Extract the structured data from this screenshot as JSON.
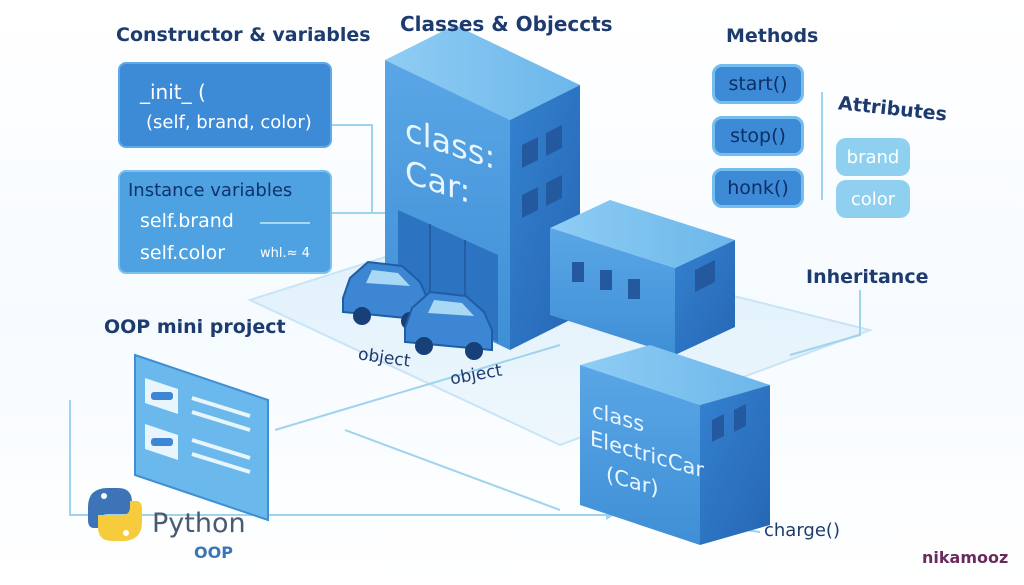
{
  "title": "Classes & Objeccts",
  "constructor": {
    "heading": "Constructor & variables",
    "init_line": "_init_ (",
    "params_line": "(self, brand, color)"
  },
  "instance": {
    "heading": "Instance variables",
    "brand": "self.brand",
    "color": "self.color",
    "note": "whl.≈ 4"
  },
  "methods": {
    "heading": "Methods",
    "items": [
      "start()",
      "stop()",
      "honk()"
    ]
  },
  "attributes": {
    "heading": "Attributes",
    "items": [
      "brand",
      "color"
    ]
  },
  "building": {
    "class_line1": "class:",
    "class_line2": "Car:"
  },
  "objects": [
    "object",
    "object"
  ],
  "inheritance": {
    "heading": "Inheritance",
    "subclass_line1": "class",
    "subclass_line2": "ElectricCar",
    "subclass_line3": "(Car)",
    "method": "charge()"
  },
  "project": {
    "heading": "OOP mini project"
  },
  "logo": {
    "name": "Python",
    "sub": "OOP"
  },
  "brand_mark": "nikamooz",
  "colors": {
    "front": "#3f8fd6",
    "top": "#7cc0ee",
    "side": "#2a6fbd",
    "text_dark": "#1d3b6e"
  }
}
